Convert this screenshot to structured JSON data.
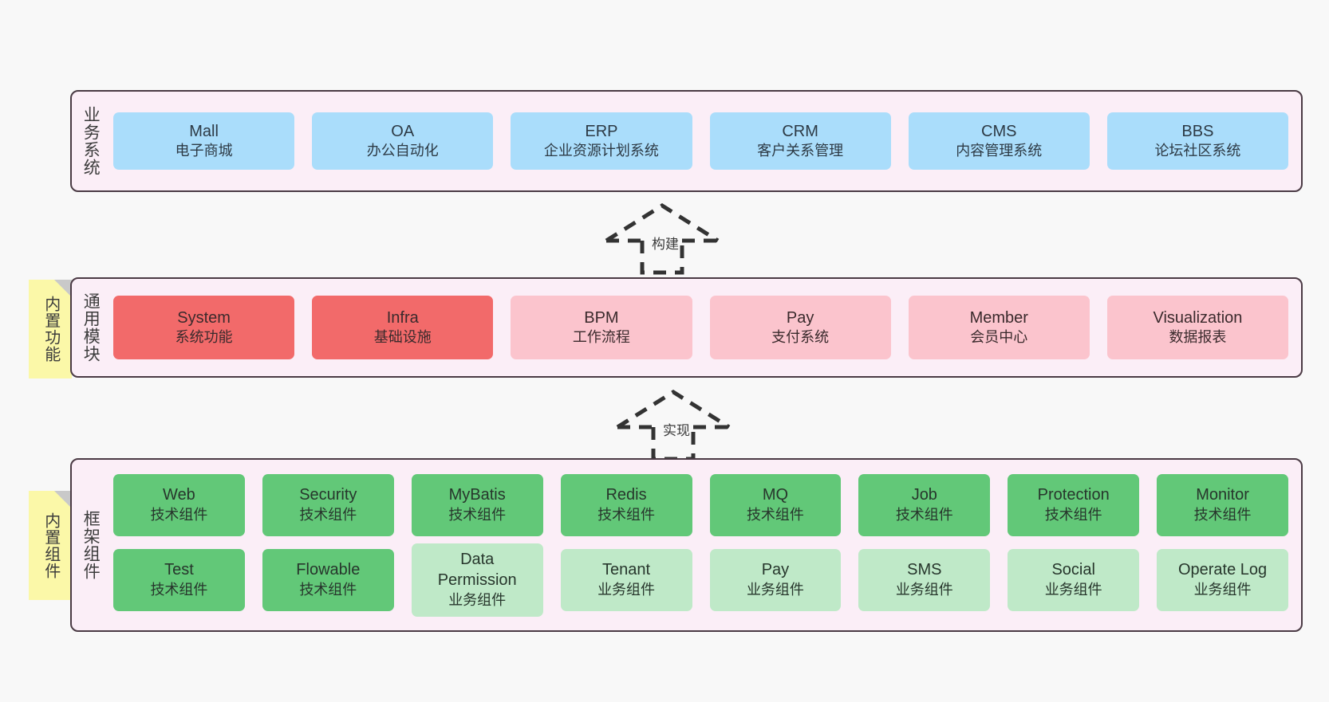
{
  "diagram": {
    "background": "#f8f8f8",
    "band_bg": "#fbeef7",
    "band_border": "#4a3a44",
    "note_bg": "#fbf8a8",
    "colors": {
      "blue": "#aaddfb",
      "red": "#f26a6a",
      "pink": "#fbc4cd",
      "green": "#62c878",
      "light_green": "#bfe9c8"
    }
  },
  "bands": {
    "business": {
      "title": "业务系统",
      "nodes": [
        {
          "name": "Mall",
          "desc": "电子商城"
        },
        {
          "name": "OA",
          "desc": "办公自动化"
        },
        {
          "name": "ERP",
          "desc": "企业资源计划系统"
        },
        {
          "name": "CRM",
          "desc": "客户关系管理"
        },
        {
          "name": "CMS",
          "desc": "内容管理系统"
        },
        {
          "name": "BBS",
          "desc": "论坛社区系统"
        }
      ]
    },
    "modules": {
      "title": "通用模块",
      "note": "内置功能",
      "nodes": [
        {
          "name": "System",
          "desc": "系统功能"
        },
        {
          "name": "Infra",
          "desc": "基础设施"
        },
        {
          "name": "BPM",
          "desc": "工作流程"
        },
        {
          "name": "Pay",
          "desc": "支付系统"
        },
        {
          "name": "Member",
          "desc": "会员中心"
        },
        {
          "name": "Visualization",
          "desc": "数据报表"
        }
      ]
    },
    "framework": {
      "title": "框架组件",
      "note": "内置组件",
      "row1": [
        {
          "name": "Web",
          "desc": "技术组件"
        },
        {
          "name": "Security",
          "desc": "技术组件"
        },
        {
          "name": "MyBatis",
          "desc": "技术组件"
        },
        {
          "name": "Redis",
          "desc": "技术组件"
        },
        {
          "name": "MQ",
          "desc": "技术组件"
        },
        {
          "name": "Job",
          "desc": "技术组件"
        },
        {
          "name": "Protection",
          "desc": "技术组件"
        },
        {
          "name": "Monitor",
          "desc": "技术组件"
        }
      ],
      "row2": [
        {
          "name": "Test",
          "desc": "技术组件"
        },
        {
          "name": "Flowable",
          "desc": "技术组件"
        },
        {
          "name": "Data",
          "name2": "Permission",
          "desc": "业务组件"
        },
        {
          "name": "Tenant",
          "desc": "业务组件"
        },
        {
          "name": "Pay",
          "desc": "业务组件"
        },
        {
          "name": "SMS",
          "desc": "业务组件"
        },
        {
          "name": "Social",
          "desc": "业务组件"
        },
        {
          "name": "Operate Log",
          "desc": "业务组件"
        }
      ]
    }
  },
  "arrows": {
    "build": {
      "label": "构建"
    },
    "implement": {
      "label": "实现"
    }
  }
}
